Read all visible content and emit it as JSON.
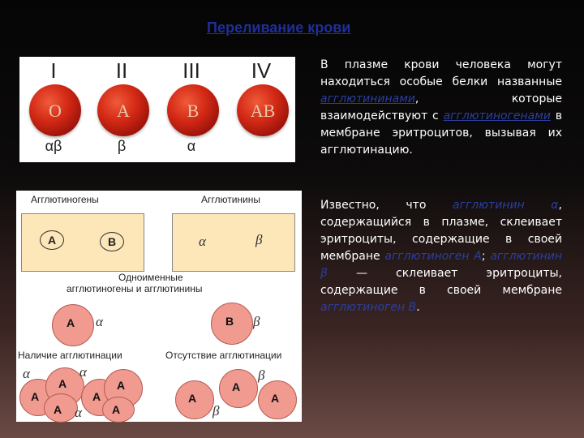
{
  "title": "Переливание крови",
  "groups": [
    {
      "roman": "I",
      "antigen": "O",
      "agglutinins": "αβ"
    },
    {
      "roman": "II",
      "antigen": "A",
      "agglutinins": "β"
    },
    {
      "roman": "III",
      "antigen": "B",
      "agglutinins": "α"
    },
    {
      "roman": "IV",
      "antigen": "AB",
      "agglutinins": ""
    }
  ],
  "para1": {
    "t1": "В плазме крови человека могут находиться особые белки названные ",
    "link1": "агглютининами",
    "t2": ", которые взаимодействуют с ",
    "link2": "агглютиногенами",
    "t3": " в мембране эритроцитов, вызывая их агглютинацию."
  },
  "para2": {
    "t1": "Известно, что ",
    "hl1": "агглютинин α",
    "t2": ", содержащийся в плазме, склеивает эритроциты, содержащие в своей мембране ",
    "hl2": "агглютиноген А",
    "t3": "; ",
    "hl3": "агглютинин β",
    "t4": " — склеивает эритроциты, содержащие в своей мембране ",
    "hl4": "агглютиноген В",
    "t5": "."
  },
  "diagram": {
    "label_agglutinogens": "Агглютиногены",
    "label_agglutinins": "Агглютинины",
    "box_a": "A",
    "box_b": "B",
    "box_alpha": "α",
    "box_beta": "β",
    "same_line1": "Одноименные",
    "same_line2": "агглютиногены и агглютинины",
    "mid_a": "A",
    "mid_alpha": "α",
    "mid_b": "B",
    "mid_beta": "β",
    "label_present": "Наличие агглютинации",
    "label_absent": "Отсутствие агглютинации",
    "c1": "A",
    "c2": "A",
    "c3": "A",
    "c4": "A",
    "c5": "A",
    "c6": "A",
    "g1": "α",
    "g2": "α",
    "g3": "α",
    "r1": "A",
    "r2": "A",
    "r3": "A",
    "rg1": "β",
    "rg2": "β"
  }
}
